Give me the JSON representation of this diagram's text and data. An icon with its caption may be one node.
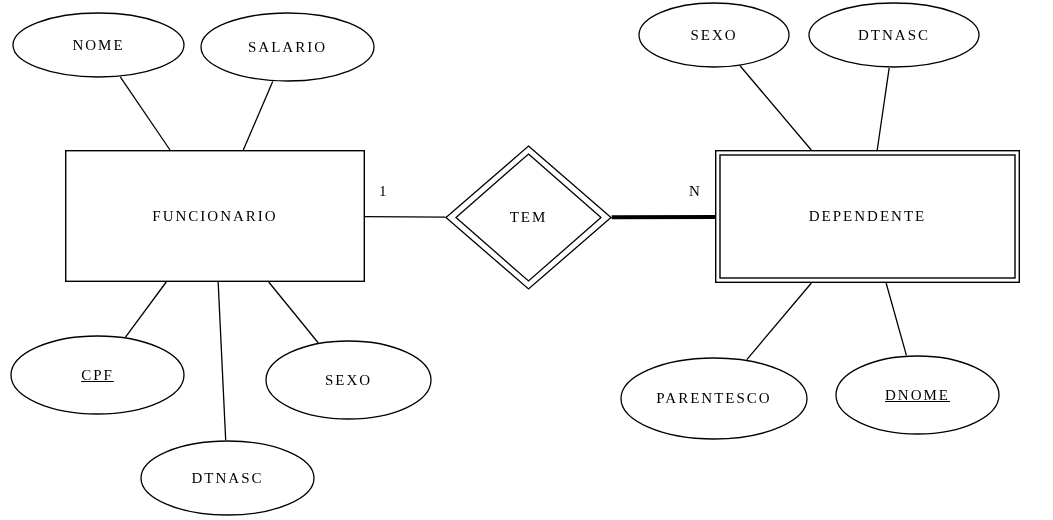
{
  "diagram": {
    "nodes": [
      {
        "text": [
          "NOME"
        ]
      },
      {
        "text": [
          "SALARIO"
        ]
      },
      {
        "text": [
          "SEXO"
        ]
      },
      {
        "text": [
          "DTNASC"
        ]
      },
      {
        "text": [
          "FUNCIONARIO"
        ]
      },
      {
        "text": [
          "TEM"
        ]
      },
      {
        "text": [
          "DEPENDENTE"
        ]
      },
      {
        "text": [
          "CPF"
        ]
      },
      {
        "text": [
          "SEXO"
        ]
      },
      {
        "text": [
          "PARENTESCO"
        ]
      },
      {
        "text": [
          "DNOME"
        ]
      },
      {
        "text": [
          "DTNASC"
        ]
      }
    ],
    "edges": [
      {
        "from": 4,
        "to": 0,
        "arrow": "none"
      },
      {
        "from": 4,
        "to": 1,
        "arrow": "none"
      },
      {
        "from": 6,
        "to": 2,
        "arrow": "none"
      },
      {
        "from": 6,
        "to": 3,
        "arrow": "none"
      },
      {
        "from": 4,
        "to": 5,
        "arrow": "none",
        "label": "1"
      },
      {
        "from": 5,
        "to": 6,
        "arrow": "none",
        "label": "N",
        "style": "thick"
      },
      {
        "from": 4,
        "to": 7,
        "arrow": "none"
      },
      {
        "from": 4,
        "to": 11,
        "arrow": "none"
      },
      {
        "from": 4,
        "to": 8,
        "arrow": "none"
      },
      {
        "from": 6,
        "to": 9,
        "arrow": "none"
      },
      {
        "from": 6,
        "to": 10,
        "arrow": "none"
      }
    ]
  }
}
